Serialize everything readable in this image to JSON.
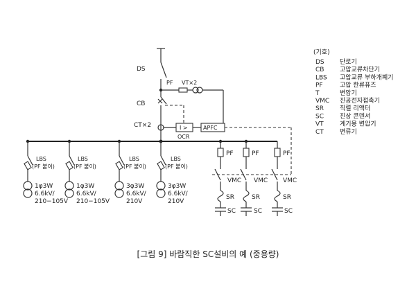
{
  "caption": "[그림 9] 바람직한 SC설비의 예 (중용량)",
  "labels": {
    "ds": "DS",
    "cb": "CB",
    "pf_top": "PF",
    "vt2": "VT×2",
    "ct2": "CT×2",
    "relay": "I >",
    "ocr": "OCR",
    "apfc": "APFC"
  },
  "feeders": [
    {
      "lbs": "LBS",
      "pf": "(PF 붙이)",
      "phase": "1φ3W",
      "kv": "6.6kV/",
      "lv": "210−105V"
    },
    {
      "lbs": "LBS",
      "pf": "(PF 붙이)",
      "phase": "1φ3W",
      "kv": "6.6kV/",
      "lv": "210−105V"
    },
    {
      "lbs": "LBS",
      "pf": "(PF 붙이)",
      "phase": "3φ3W",
      "kv": "6.6kV/",
      "lv": "210V"
    },
    {
      "lbs": "LBS",
      "pf": "(PF 붙이)",
      "phase": "3φ3W",
      "kv": "6.6kV/",
      "lv": "210V"
    }
  ],
  "sc_branches": [
    {
      "pf": "PF",
      "vmc": "VMC",
      "sr": "SR",
      "sc": "SC"
    },
    {
      "pf": "PF",
      "vmc": "VMC",
      "sr": "SR",
      "sc": "SC"
    },
    {
      "pf": "PF",
      "vmc": "VMC",
      "sr": "SR",
      "sc": "SC"
    }
  ],
  "legend": {
    "title": "(기호)",
    "items": [
      {
        "code": "DS",
        "desc": "단로기"
      },
      {
        "code": "CB",
        "desc": "고압교류차단기"
      },
      {
        "code": "LBS",
        "desc": "고압교류 부하개폐기"
      },
      {
        "code": "PF",
        "desc": "고압 한류퓨즈"
      },
      {
        "code": "T",
        "desc": "변압기"
      },
      {
        "code": "VMC",
        "desc": "진공전자접촉기"
      },
      {
        "code": "SR",
        "desc": "직렬 리액터"
      },
      {
        "code": "SC",
        "desc": "진상 콘덴서"
      },
      {
        "code": "VT",
        "desc": "계기용 변압기"
      },
      {
        "code": "CT",
        "desc": "변류기"
      }
    ]
  }
}
